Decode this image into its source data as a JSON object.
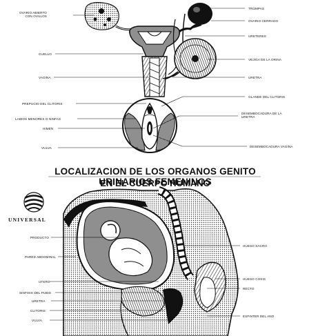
{
  "top_labels": {
    "ovario_abierto": "OVARIO ABIERTO\nCON OVULOS",
    "trompas": "TROMPAS",
    "ovario_cerrado": "OVARIO CERRADO",
    "ureteres": "URETERES",
    "cuello": "CUELLO",
    "vejiga": "VEJIGA DE LA ORINA",
    "vagina": "VAGINA",
    "uretra": "URETRA",
    "prepucio": "PREPUCIO DEL CLITORIS",
    "glande": "GLANDE DEL CLITORIS",
    "desembocadura": "DESEMBOCADURA DE LA\nURETRA",
    "labios_menores": "LABIOS MENORES O NINFAS",
    "himen": "HIMEN",
    "vulva": "VULVA",
    "desembocadura_vagina": "DESEMBOCADURA VAGINA"
  },
  "title": {
    "line1": "LOCALIZACION DE LOS ORGANOS GENITO URINARIOS FEMENINOS",
    "line2": "EN EL CUERPO HUMANO"
  },
  "brand": {
    "name": "UNIVERSAL"
  },
  "bottom_labels": {
    "producto": "PRODUCTO",
    "pared_abdominal": "PARED ABDOMINAL",
    "utero": "UTERO",
    "sinfisis": "SINFISIS DEL PUBIS",
    "uretra": "URETRA",
    "clitoris": "CLITORIS",
    "vulva": "VULVA",
    "hueso_sacro": "HUESO SACRO",
    "hueso_coxis": "HUESO COXIS",
    "recto": "RECTO",
    "esfinter": "ESFINTER DEL ANO"
  }
}
